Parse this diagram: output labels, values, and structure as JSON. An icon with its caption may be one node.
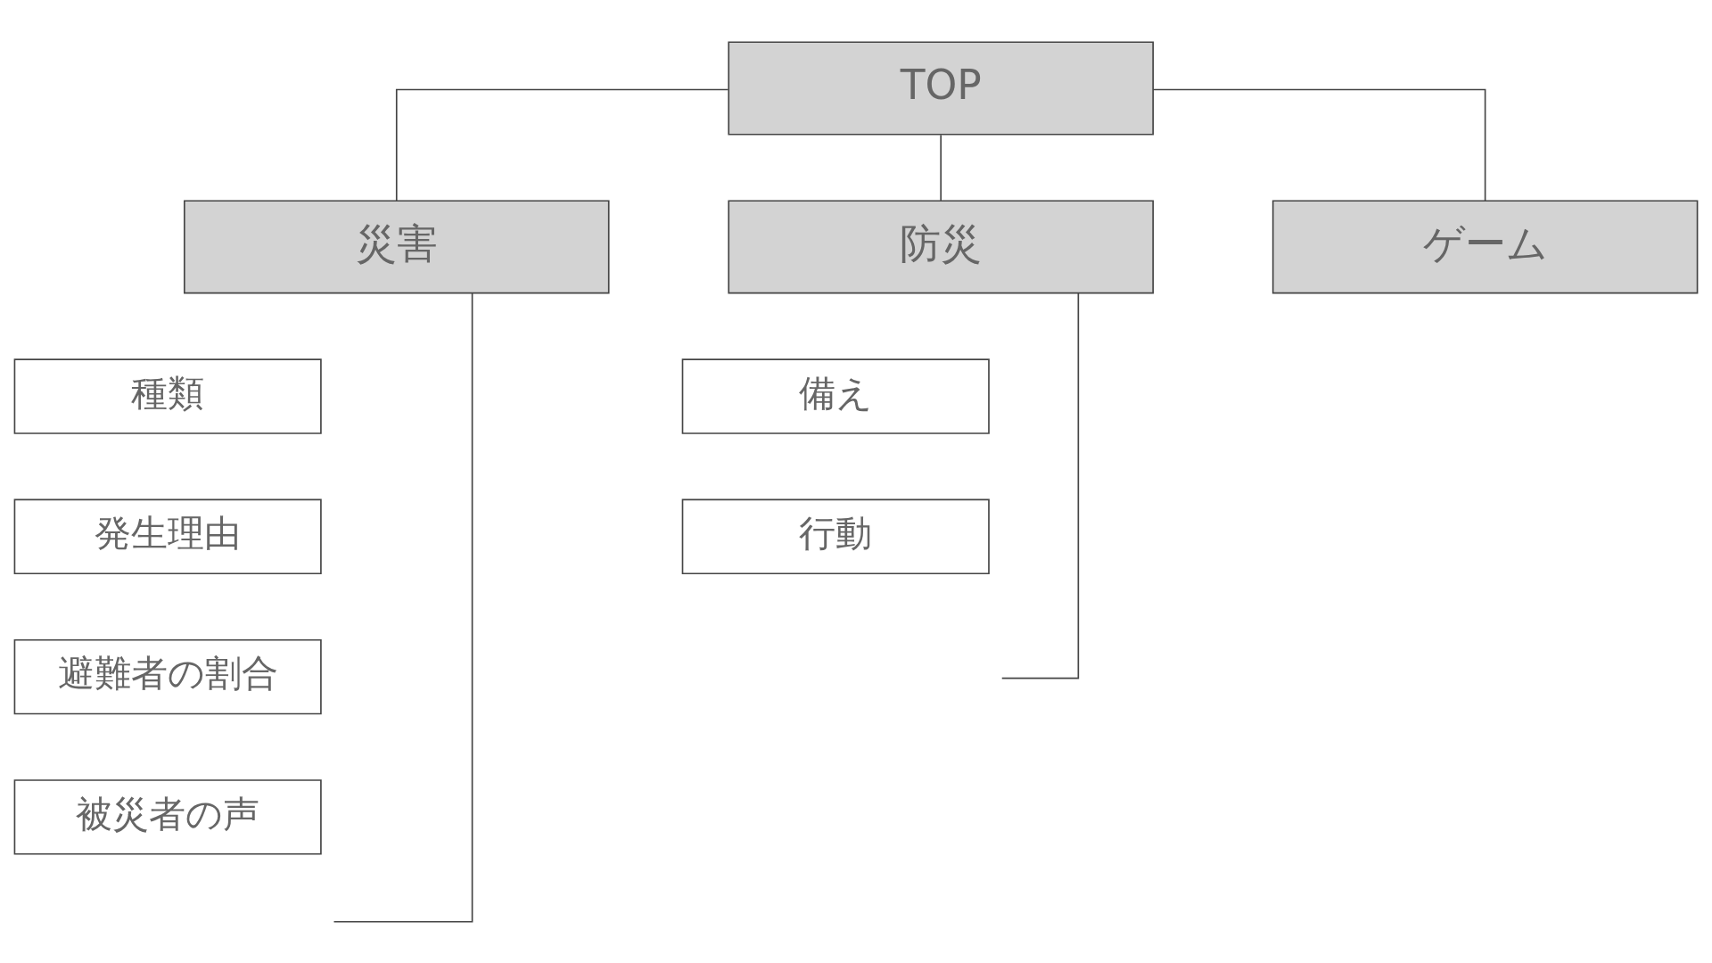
{
  "diagram": {
    "nodes": [
      {
        "text": [
          "TOP"
        ]
      },
      {
        "text": [
          "災害"
        ]
      },
      {
        "text": [
          "防災"
        ]
      },
      {
        "text": [
          "ゲーム"
        ]
      },
      {
        "text": [
          "種類"
        ]
      },
      {
        "text": [
          "発生理由"
        ]
      },
      {
        "text": [
          "避難者の割合"
        ]
      },
      {
        "text": [
          "被災者の声"
        ]
      },
      {
        "text": [
          "備え"
        ]
      },
      {
        "text": [
          "行動"
        ]
      }
    ],
    "edges": [
      {
        "from": 0,
        "to": 1,
        "arrow": "none"
      },
      {
        "from": 0,
        "to": 2,
        "arrow": "none"
      },
      {
        "from": 0,
        "to": 3,
        "arrow": "none"
      },
      {
        "from": 1,
        "to": null,
        "arrow": "none"
      },
      {
        "from": 2,
        "to": null,
        "arrow": "none"
      }
    ]
  }
}
